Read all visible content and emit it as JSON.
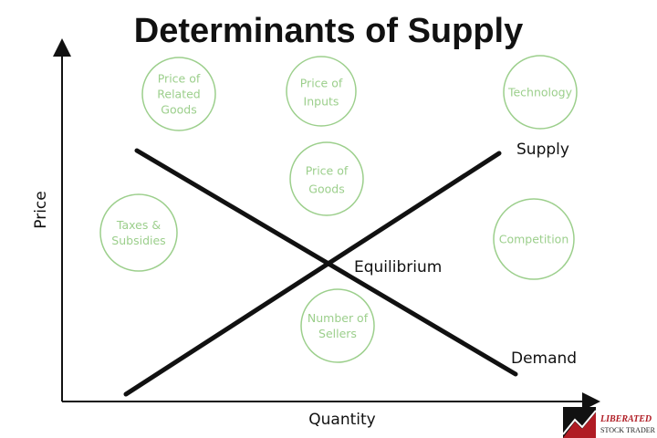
{
  "title": "Determinants of Supply",
  "axes": {
    "x_label": "Quantity",
    "y_label": "Price"
  },
  "curves": {
    "supply": "Supply",
    "demand": "Demand",
    "equilibrium": "Equilibrium"
  },
  "determinants": [
    {
      "id": "related",
      "lines": [
        "Price of",
        "Related",
        "Goods"
      ]
    },
    {
      "id": "inputs",
      "lines": [
        "Price of",
        "Inputs"
      ]
    },
    {
      "id": "technology",
      "lines": [
        "Technology"
      ]
    },
    {
      "id": "goods",
      "lines": [
        "Price of",
        "Goods"
      ]
    },
    {
      "id": "taxes",
      "lines": [
        "Taxes &",
        "Subsidies"
      ]
    },
    {
      "id": "competition",
      "lines": [
        "Competition"
      ]
    },
    {
      "id": "sellers",
      "lines": [
        "Number of",
        "Sellers"
      ]
    }
  ],
  "logo": {
    "line1": "LIBERATED",
    "line2": "STOCK TRADER"
  },
  "colors": {
    "circle": "#9ccf8c",
    "line": "#111111",
    "logo_red": "#b01c24"
  }
}
